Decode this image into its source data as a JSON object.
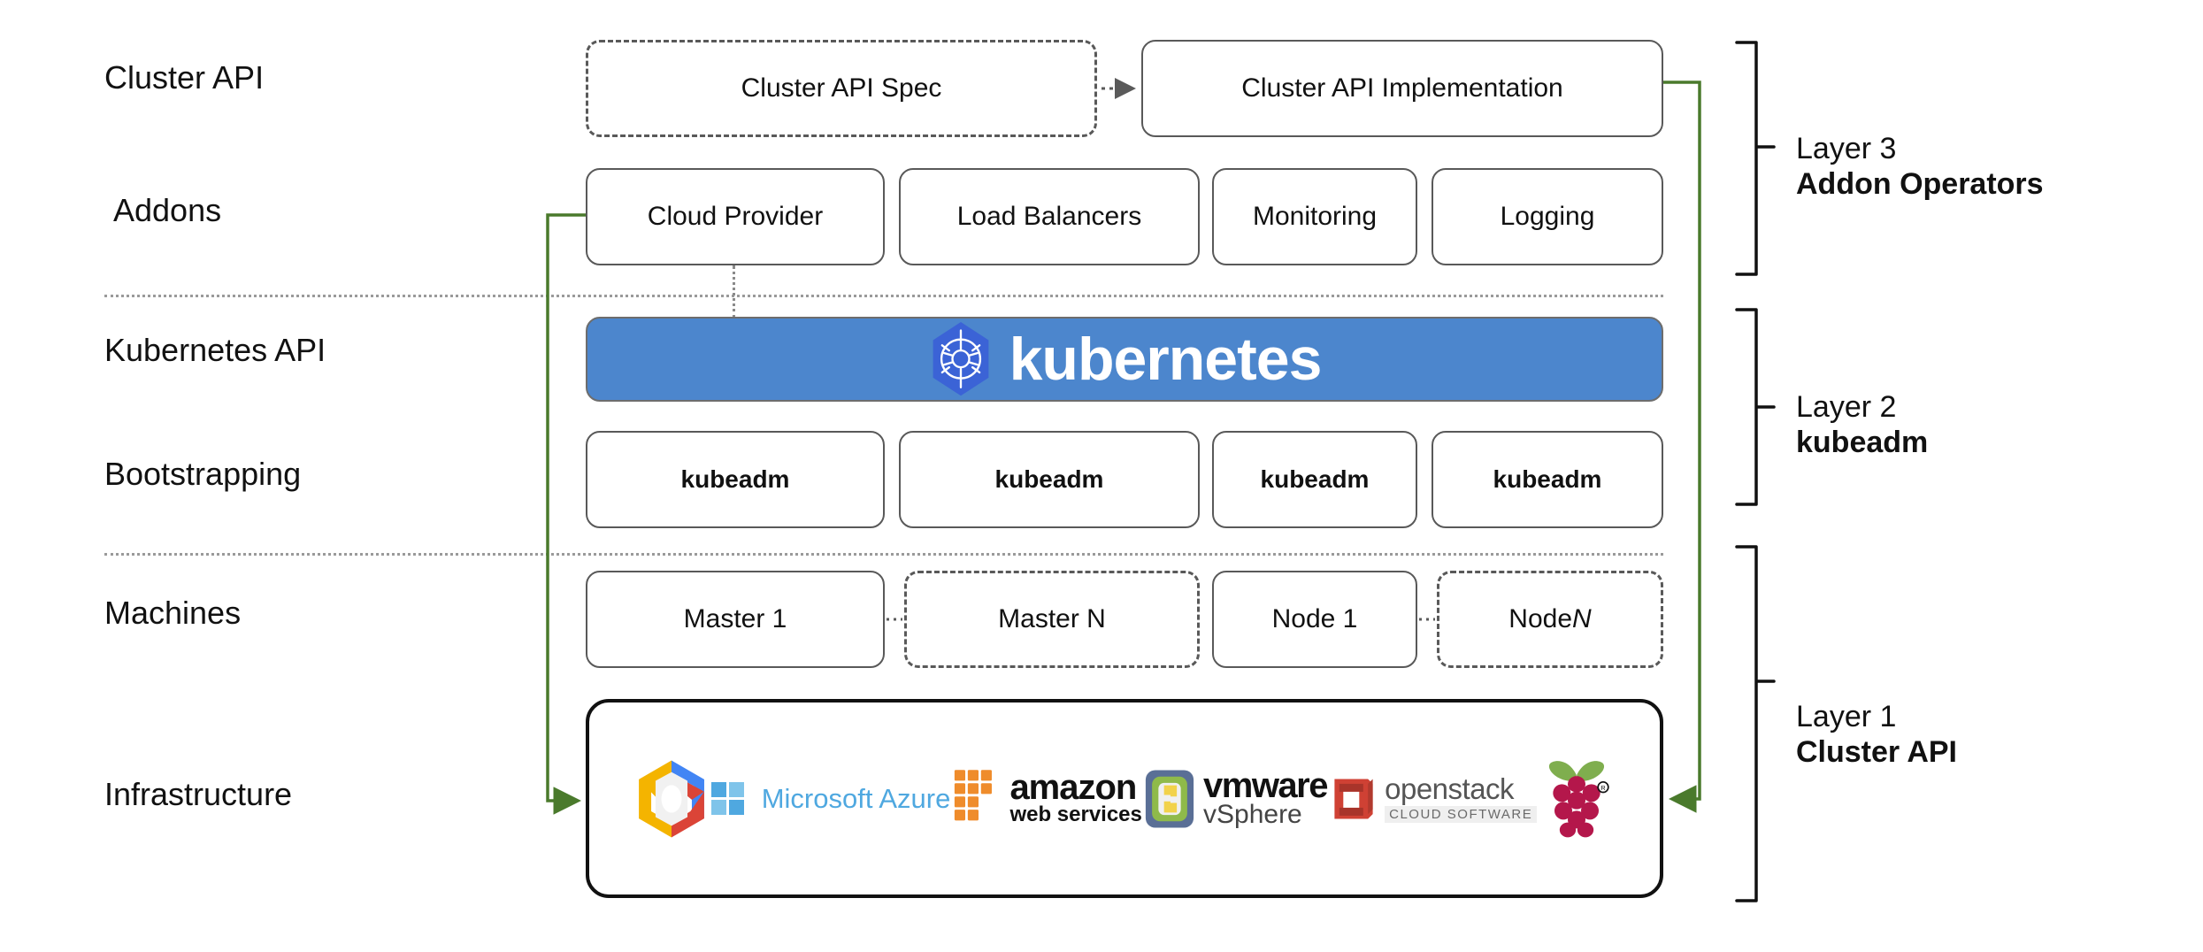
{
  "diagram": {
    "title": "Kubernetes Cluster API layered architecture",
    "accent_green": "#4a7a2c",
    "kubernetes_blue": "#4c86cd"
  },
  "row_labels": [
    {
      "text": "Cluster API"
    },
    {
      "text": "Addons"
    },
    {
      "text": "Kubernetes API"
    },
    {
      "text": "Bootstrapping"
    },
    {
      "text": "Machines"
    },
    {
      "text": "Infrastructure"
    }
  ],
  "cluster_api_row": {
    "spec_box": {
      "label": "Cluster API Spec",
      "style": "dashed"
    },
    "implementation_box": {
      "label": "Cluster API Implementation",
      "style": "solid"
    }
  },
  "addons_row": {
    "boxes": [
      {
        "label": "Cloud Provider"
      },
      {
        "label": "Load Balancers"
      },
      {
        "label": "Monitoring"
      },
      {
        "label": "Logging"
      }
    ]
  },
  "kubernetes_bar": {
    "wordmark": "kubernetes",
    "logo_icon": "kubernetes-helm-icon"
  },
  "bootstrapping_row": {
    "boxes": [
      {
        "label": "kubeadm"
      },
      {
        "label": "kubeadm"
      },
      {
        "label": "kubeadm"
      },
      {
        "label": "kubeadm"
      }
    ]
  },
  "machines_row": {
    "boxes": [
      {
        "label": "Master 1",
        "style": "solid",
        "italic_suffix": ""
      },
      {
        "label": "Master N",
        "style": "dashed",
        "italic_suffix": ""
      },
      {
        "label": "Node 1",
        "style": "solid",
        "italic_suffix": ""
      },
      {
        "label": "Node ",
        "style": "dashed",
        "italic_suffix": "N"
      }
    ]
  },
  "infrastructure_row": {
    "providers": [
      {
        "name": "google-cloud-platform-logo",
        "label": ""
      },
      {
        "name": "microsoft-azure-logo",
        "label": "Microsoft Azure"
      },
      {
        "name": "amazon-web-services-logo",
        "label": "amazon",
        "sub": "web services"
      },
      {
        "name": "vmware-vsphere-logo",
        "label": "vmware",
        "sub": "vSphere"
      },
      {
        "name": "openstack-logo",
        "label": "openstack",
        "sub": "CLOUD SOFTWARE"
      },
      {
        "name": "raspberry-pi-logo",
        "label": ""
      }
    ]
  },
  "layer_brackets": [
    {
      "layer": "Layer 3",
      "name": "Addon Operators"
    },
    {
      "layer": "Layer 2",
      "name": "kubeadm"
    },
    {
      "layer": "Layer 1",
      "name": "Cluster API"
    }
  ]
}
